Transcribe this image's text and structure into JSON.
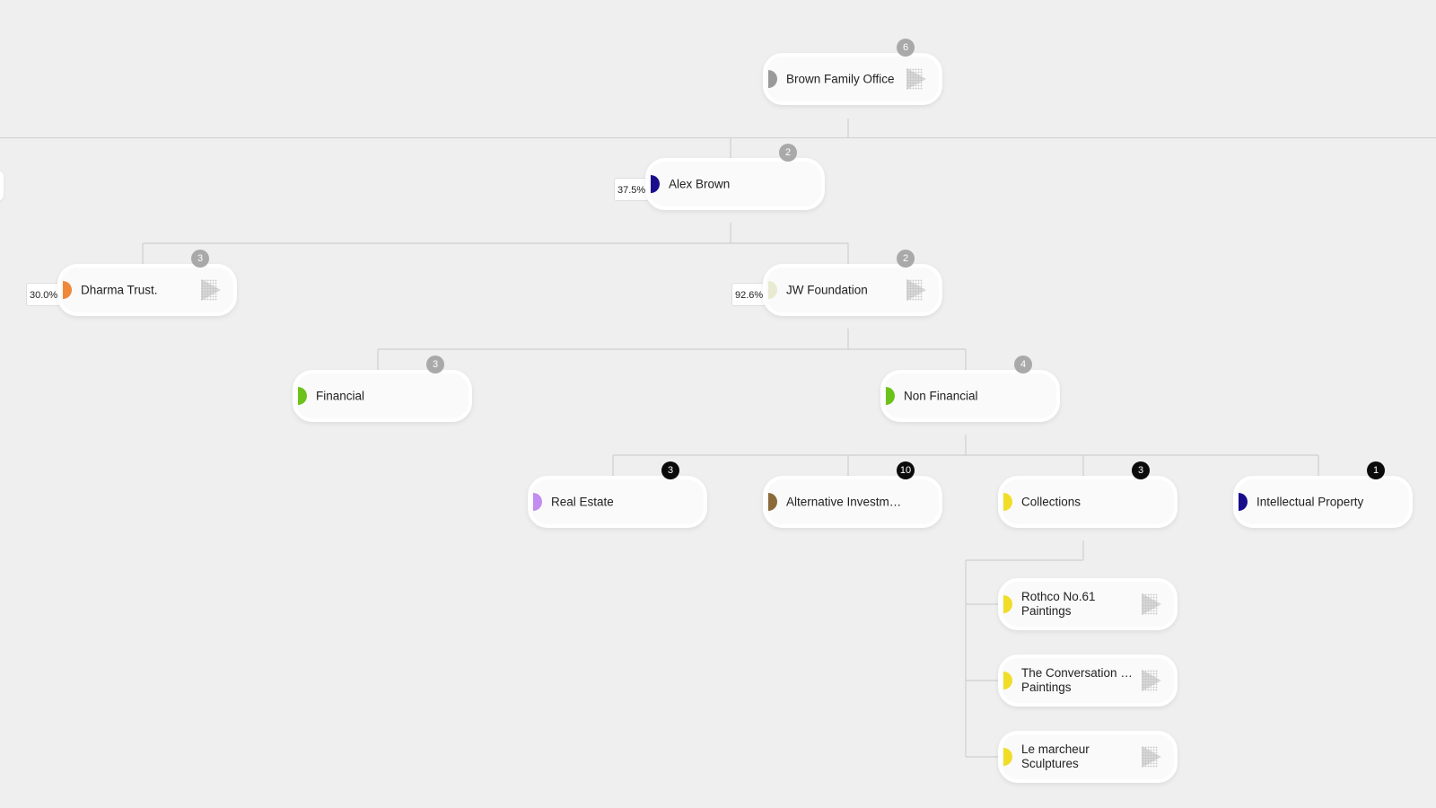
{
  "nodes": {
    "brown_family_office": {
      "label": "Brown Family Office",
      "badge": "6",
      "dot_color": "#9a9a9a"
    },
    "alex_brown": {
      "label": "Alex Brown",
      "badge": "2",
      "percent": "37.5%",
      "dot_color": "#1a0d8c"
    },
    "dharma_trust": {
      "label": "Dharma Trust.",
      "badge": "3",
      "percent": "30.0%",
      "dot_color": "#f0883a"
    },
    "jw_foundation": {
      "label": "JW Foundation",
      "badge": "2",
      "percent": "92.6%",
      "dot_color": "#e8ead2"
    },
    "financial": {
      "label": "Financial",
      "badge": "3",
      "dot_color": "#6cc21a"
    },
    "non_financial": {
      "label": "Non Financial",
      "badge": "4",
      "dot_color": "#6cc21a"
    },
    "real_estate": {
      "label": "Real Estate",
      "badge": "3",
      "dot_color": "#c38cf0"
    },
    "alternative_investments": {
      "label": "Alternative Investm…",
      "badge": "10",
      "dot_color": "#8a6a3a"
    },
    "collections": {
      "label": "Collections",
      "badge": "3",
      "dot_color": "#f0dd28"
    },
    "intellectual_property": {
      "label": "Intellectual Property",
      "badge": "1",
      "dot_color": "#1a0d8c"
    },
    "rothco": {
      "line1": "Rothco No.61",
      "line2": "Paintings",
      "dot_color": "#f0dd28"
    },
    "conversation": {
      "line1": "The Conversation –…",
      "line2": "Paintings",
      "dot_color": "#f0dd28"
    },
    "marcheur": {
      "line1": "Le marcheur",
      "line2": "Sculptures",
      "dot_color": "#f0dd28"
    }
  },
  "icons": {
    "open_arrow": "arrow-right-icon",
    "type_dot": "half-circle-icon"
  },
  "colors": {
    "background": "#efefef",
    "connector": "#cfcfcf",
    "badge_grey": "#a9a9a9",
    "badge_dark": "#0b0b0b"
  }
}
